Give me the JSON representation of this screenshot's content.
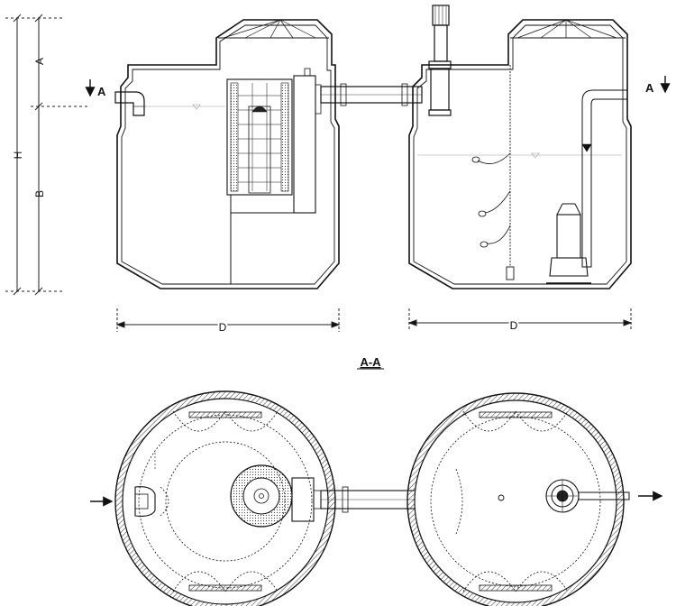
{
  "dimensions": {
    "a": "A",
    "b": "B",
    "h": "H",
    "d_left": "D",
    "d_right": "D"
  },
  "section_marks": {
    "left": "A",
    "right": "A"
  },
  "section_title": "A-A"
}
